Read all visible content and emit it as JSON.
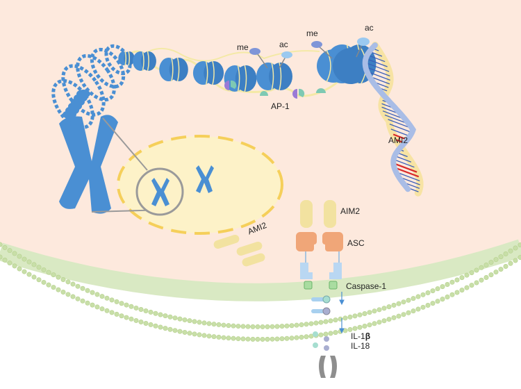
{
  "labels": {
    "me_1": "me",
    "ac_1": "ac",
    "me_2": "me",
    "ac_2": "ac",
    "ap1": "AP-1",
    "ami2_dna": "AMI2",
    "ami2_nucleus": "AMI2",
    "aim2": "AIM2",
    "asc": "ASC",
    "caspase1": "Caspase-1",
    "il1_prefix": "IL-1",
    "il1_beta": "β",
    "il18": "IL-18"
  },
  "colors": {
    "cytoplasm": "#fde9dd",
    "membrane": "#c8dfa8",
    "nucleus": "#fdf2c8",
    "nucleus_border": "#f5cf5a",
    "chromatin_blue": "#4a8fd3",
    "histone_light": "#9bc6ef",
    "linker": "#f4e9a6",
    "me_mark": "#7f95d8",
    "ac_mark": "#9bc9f0",
    "ap1_purple": "#9a7bd6",
    "ap1_green": "#7ec9b3",
    "dna_yellow": "#f7e3a3",
    "dna_blue": "#a9bde6",
    "dna_rung": "#3a5fb8",
    "dna_red": "#d82a2a",
    "aim2": "#f2e2a0",
    "asc": "#f0a678",
    "caspase": "#b9d7f2",
    "caspase_box": "#a9dca0",
    "arrow": "#4a8fd3",
    "cytokine_teal": "#a6ded0",
    "cytokine_grey": "#a9aed0",
    "pore": "#8e8e8e"
  }
}
